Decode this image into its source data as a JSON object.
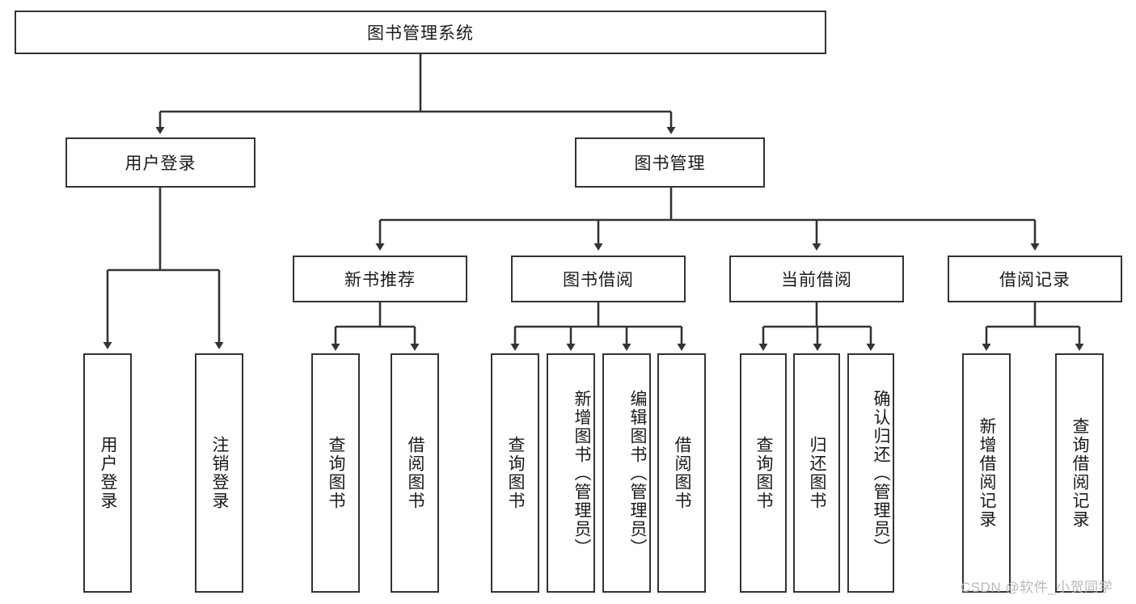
{
  "diagram": {
    "title": "图书管理系统",
    "type": "hierarchy-tree",
    "root": {
      "label": "图书管理系统"
    },
    "level2": [
      {
        "label": "用户登录"
      },
      {
        "label": "图书管理"
      }
    ],
    "level3": [
      {
        "label": "新书推荐"
      },
      {
        "label": "图书借阅"
      },
      {
        "label": "当前借阅"
      },
      {
        "label": "借阅记录"
      }
    ],
    "leaves": {
      "user_login": [
        {
          "label": "用户登录"
        },
        {
          "label": "注销登录"
        }
      ],
      "new_book_recommend": [
        {
          "label": "查询图书"
        },
        {
          "label": "借阅图书"
        }
      ],
      "book_borrow": [
        {
          "label": "查询图书"
        },
        {
          "label": "新增图书（管理员）"
        },
        {
          "label": "编辑图书（管理员）"
        },
        {
          "label": "借阅图书"
        }
      ],
      "current_borrow": [
        {
          "label": "查询图书"
        },
        {
          "label": "归还图书"
        },
        {
          "label": "确认归还（管理员）"
        }
      ],
      "borrow_record": [
        {
          "label": "新增借阅记录"
        },
        {
          "label": "查询借阅记录"
        }
      ]
    }
  },
  "watermark": {
    "text": "CSDN @软件_小贺同学"
  },
  "colors": {
    "stroke": "#333333",
    "background": "#ffffff",
    "text": "#1a1a1a",
    "watermark": "#b9b9b9"
  }
}
